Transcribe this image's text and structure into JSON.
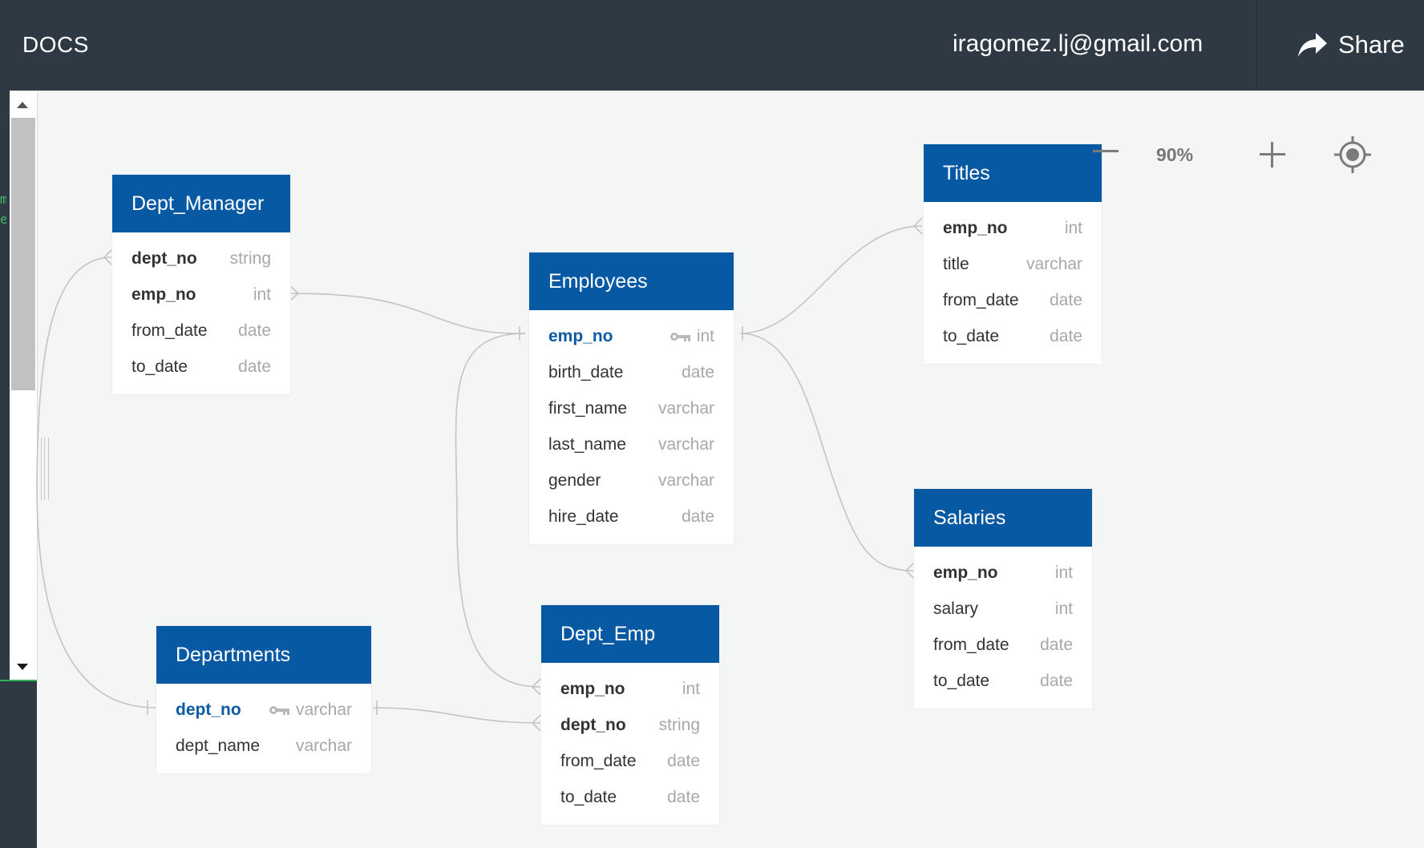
{
  "topbar": {
    "docs_label": "DOCS",
    "user_email": "iragomez.lj@gmail.com",
    "share_label": "Share"
  },
  "editor": {
    "visible_chars": "m\ne"
  },
  "zoom": {
    "level": "90%"
  },
  "colors": {
    "header": "#0859a4",
    "topbar": "#2f3944",
    "primary_key_text": "#0b5aa3",
    "connector": "#c4c4c4",
    "canvas": "#f4f5f5"
  },
  "tables": {
    "dept_manager": {
      "title": "Dept_Manager",
      "fields": [
        {
          "name": "dept_no",
          "type": "string",
          "bold": true
        },
        {
          "name": "emp_no",
          "type": "int",
          "bold": true
        },
        {
          "name": "from_date",
          "type": "date"
        },
        {
          "name": "to_date",
          "type": "date"
        }
      ]
    },
    "employees": {
      "title": "Employees",
      "fields": [
        {
          "name": "emp_no",
          "type": "int",
          "primary_key": true
        },
        {
          "name": "birth_date",
          "type": "date"
        },
        {
          "name": "first_name",
          "type": "varchar"
        },
        {
          "name": "last_name",
          "type": "varchar"
        },
        {
          "name": "gender",
          "type": "varchar"
        },
        {
          "name": "hire_date",
          "type": "date"
        }
      ]
    },
    "titles": {
      "title": "Titles",
      "fields": [
        {
          "name": "emp_no",
          "type": "int",
          "bold": true
        },
        {
          "name": "title",
          "type": "varchar"
        },
        {
          "name": "from_date",
          "type": "date"
        },
        {
          "name": "to_date",
          "type": "date"
        }
      ]
    },
    "salaries": {
      "title": "Salaries",
      "fields": [
        {
          "name": "emp_no",
          "type": "int",
          "bold": true
        },
        {
          "name": "salary",
          "type": "int"
        },
        {
          "name": "from_date",
          "type": "date"
        },
        {
          "name": "to_date",
          "type": "date"
        }
      ]
    },
    "departments": {
      "title": "Departments",
      "fields": [
        {
          "name": "dept_no",
          "type": "varchar",
          "primary_key": true
        },
        {
          "name": "dept_name",
          "type": "varchar"
        }
      ]
    },
    "dept_emp": {
      "title": "Dept_Emp",
      "fields": [
        {
          "name": "emp_no",
          "type": "int",
          "bold": true
        },
        {
          "name": "dept_no",
          "type": "string",
          "bold": true
        },
        {
          "name": "from_date",
          "type": "date"
        },
        {
          "name": "to_date",
          "type": "date"
        }
      ]
    }
  },
  "relationships": [
    {
      "from": "Dept_Manager.emp_no",
      "to": "Employees.emp_no",
      "cardinality": "many-to-one"
    },
    {
      "from": "Titles.emp_no",
      "to": "Employees.emp_no",
      "cardinality": "many-to-one"
    },
    {
      "from": "Salaries.emp_no",
      "to": "Employees.emp_no",
      "cardinality": "many-to-one"
    },
    {
      "from": "Dept_Emp.emp_no",
      "to": "Employees.emp_no",
      "cardinality": "many-to-one"
    },
    {
      "from": "Dept_Manager.dept_no",
      "to": "Departments.dept_no",
      "cardinality": "many-to-one"
    },
    {
      "from": "Dept_Emp.dept_no",
      "to": "Departments.dept_no",
      "cardinality": "many-to-one"
    }
  ]
}
